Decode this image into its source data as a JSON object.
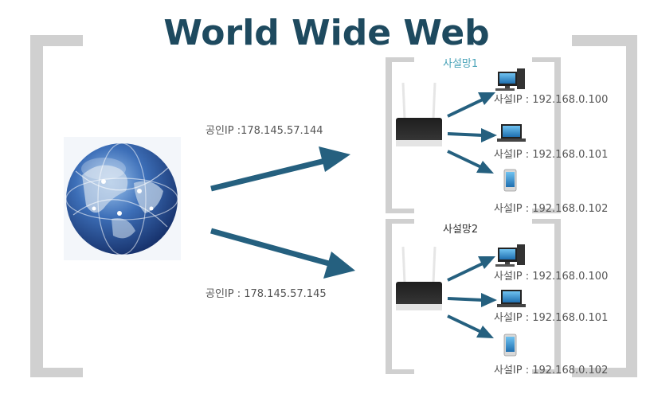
{
  "title": "World Wide Web",
  "uplinks": [
    {
      "label": "공인IP :178.145.57.144"
    },
    {
      "label": "공인IP : 178.145.57.145"
    }
  ],
  "networks": [
    {
      "name": "사설망1",
      "devices": [
        {
          "icon": "desktop-pc-icon",
          "label": "사설IP : 192.168.0.100"
        },
        {
          "icon": "laptop-icon",
          "label": "사설IP : 192.168.0.101"
        },
        {
          "icon": "smartphone-icon",
          "label": "사설IP : 192.168.0.102"
        }
      ]
    },
    {
      "name": "사설망2",
      "devices": [
        {
          "icon": "desktop-pc-icon",
          "label": "사설IP : 192.168.0.100"
        },
        {
          "icon": "laptop-icon",
          "label": "사설IP : 192.168.0.101"
        },
        {
          "icon": "smartphone-icon",
          "label": "사설IP : 192.168.0.102"
        }
      ]
    }
  ],
  "colors": {
    "title": "#1e4a5f",
    "arrow": "#25607f",
    "bracket": "#cfcfcf",
    "network1_name": "#4aa3b8",
    "network2_name": "#333333",
    "label": "#555555"
  }
}
